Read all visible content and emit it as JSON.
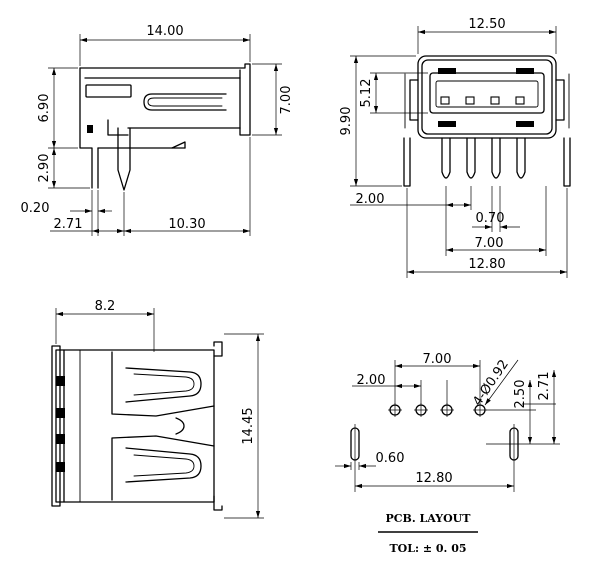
{
  "side_view": {
    "width_label": "14.00",
    "top_height_label": "6.90",
    "right_height_label": "7.00",
    "leg_height_label": "2.90",
    "pin_thickness_label": "0.20",
    "front_pin_label": "2.71",
    "pin_span_label": "10.30"
  },
  "front_view": {
    "width_label": "12.50",
    "opening_height_label": "5.12",
    "overall_height_label": "9.90",
    "pin_offset_label": "2.00",
    "pin_width_label": "0.70",
    "pin_span_label": "7.00",
    "leg_span_label": "12.80"
  },
  "top_view": {
    "depth_label": "8.2",
    "length_label": "14.45"
  },
  "pcb_layout": {
    "hole_label": "4-Ø0.92",
    "pitch_label": "2.00",
    "span_label": "7.00",
    "row_offset_label": "2.50",
    "slot_offset_label": "2.71",
    "slot_width_label": "0.60",
    "slot_span_label": "12.80",
    "title": "PCB. LAYOUT",
    "tolerance": "TOL: ± 0. 05"
  }
}
